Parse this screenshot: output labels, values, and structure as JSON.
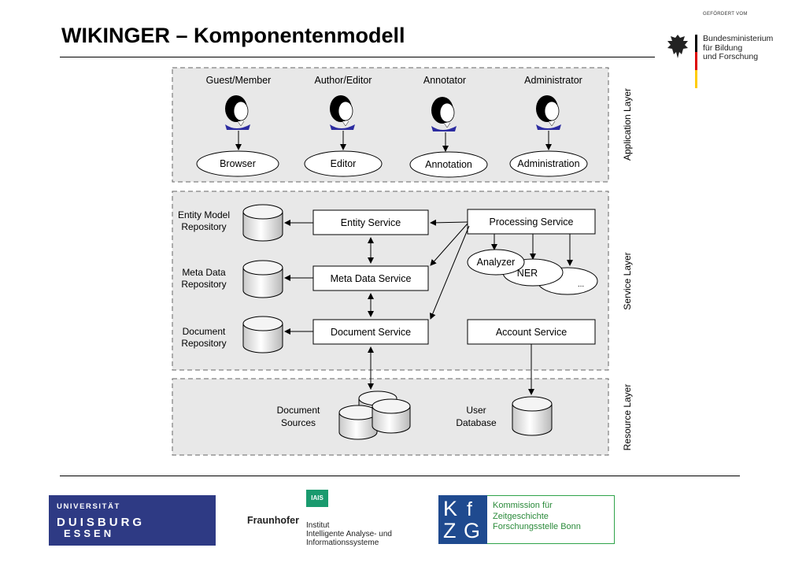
{
  "header": {
    "title": "WIKINGER – Komponentenmodell",
    "sponsor_label": "GEFÖRDERT VOM",
    "sponsor_lines": [
      "Bundesministerium",
      "für Bildung",
      "und Forschung"
    ]
  },
  "diagram": {
    "layers": {
      "application": "Application Layer",
      "service": "Service Layer",
      "resource": "Resource Layer"
    },
    "actors": [
      "Guest/Member",
      "Author/Editor",
      "Annotator",
      "Administrator"
    ],
    "clients": [
      "Browser",
      "Editor",
      "Annotation",
      "Administration"
    ],
    "repositories": [
      [
        "Entity Model",
        "Repository"
      ],
      [
        "Meta Data",
        "Repository"
      ],
      [
        "Document",
        "Repository"
      ]
    ],
    "services": {
      "entity": "Entity Service",
      "meta": "Meta Data Service",
      "document": "Document Service",
      "processing": "Processing Service",
      "account": "Account Service"
    },
    "processors": [
      "Analyzer",
      "NER",
      "..."
    ],
    "resources": {
      "doc_sources": [
        "Document",
        "Sources"
      ],
      "user_db": [
        "User",
        "Database"
      ]
    }
  },
  "footer": {
    "ude": {
      "top": "UNIVERSITÄT",
      "letters": [
        "D",
        "U",
        "I",
        "S",
        "B",
        "U",
        "R",
        "G"
      ],
      "sub": [
        "E",
        "S",
        "S",
        "E",
        "N"
      ]
    },
    "fraunhofer": {
      "badge": "IAIS",
      "name": "Fraunhofer",
      "lines": [
        "Institut",
        "Intelligente Analyse- und",
        "Informationssysteme"
      ]
    },
    "kfzg": {
      "logo": [
        "K",
        "f",
        "Z",
        "G"
      ],
      "lines": [
        "Kommission für",
        "Zeitgeschichte",
        "Forschungsstelle Bonn"
      ]
    }
  },
  "colors": {
    "accent_blue": "#1f4a8f",
    "flag_black": "#000000",
    "flag_red": "#dd0000",
    "flag_gold": "#ffcc00",
    "layer_fill": "#e8e8e8"
  }
}
